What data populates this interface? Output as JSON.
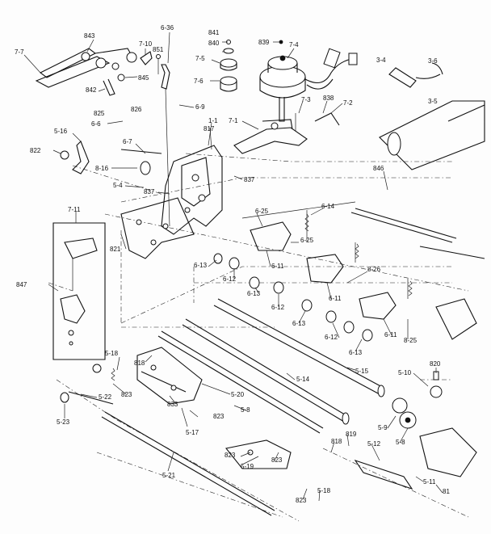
{
  "diagram": {
    "labels": [
      {
        "text": "843"
      },
      {
        "text": "7-7"
      },
      {
        "text": "7-10"
      },
      {
        "text": "851"
      },
      {
        "text": "6-36"
      },
      {
        "text": "841"
      },
      {
        "text": "840"
      },
      {
        "text": "7-5"
      },
      {
        "text": "7-6"
      },
      {
        "text": "839"
      },
      {
        "text": "7-4"
      },
      {
        "text": "3-4"
      },
      {
        "text": "3-6"
      },
      {
        "text": "3-5"
      },
      {
        "text": "842"
      },
      {
        "text": "845"
      },
      {
        "text": "826"
      },
      {
        "text": "6-9"
      },
      {
        "text": "825"
      },
      {
        "text": "6-6"
      },
      {
        "text": "7-3"
      },
      {
        "text": "838"
      },
      {
        "text": "7-2"
      },
      {
        "text": "7-1"
      },
      {
        "text": "5-16"
      },
      {
        "text": "822"
      },
      {
        "text": "6-7"
      },
      {
        "text": "817"
      },
      {
        "text": "1-1"
      },
      {
        "text": "8-16"
      },
      {
        "text": "837"
      },
      {
        "text": "5-4"
      },
      {
        "text": "837"
      },
      {
        "text": "846"
      },
      {
        "text": "7-11"
      },
      {
        "text": "6-25"
      },
      {
        "text": "6-14"
      },
      {
        "text": "6-25"
      },
      {
        "text": "821"
      },
      {
        "text": "6-11"
      },
      {
        "text": "6-13"
      },
      {
        "text": "6-12"
      },
      {
        "text": "8-26"
      },
      {
        "text": "847"
      },
      {
        "text": "6-13"
      },
      {
        "text": "6-11"
      },
      {
        "text": "6-12"
      },
      {
        "text": "6-13"
      },
      {
        "text": "6-12"
      },
      {
        "text": "6-11"
      },
      {
        "text": "8-25"
      },
      {
        "text": "6-13"
      },
      {
        "text": "5-18"
      },
      {
        "text": "818"
      },
      {
        "text": "820"
      },
      {
        "text": "5-10"
      },
      {
        "text": "5-15"
      },
      {
        "text": "5-14"
      },
      {
        "text": "823"
      },
      {
        "text": "5-22"
      },
      {
        "text": "5-20"
      },
      {
        "text": "833"
      },
      {
        "text": "823"
      },
      {
        "text": "5-23"
      },
      {
        "text": "5-8"
      },
      {
        "text": "5-9"
      },
      {
        "text": "5-17"
      },
      {
        "text": "819"
      },
      {
        "text": "818"
      },
      {
        "text": "5-8"
      },
      {
        "text": "5-12"
      },
      {
        "text": "823"
      },
      {
        "text": "823"
      },
      {
        "text": "5-19"
      },
      {
        "text": "5-21"
      },
      {
        "text": "5-11"
      },
      {
        "text": "81"
      },
      {
        "text": "823"
      },
      {
        "text": "5-18"
      }
    ]
  }
}
